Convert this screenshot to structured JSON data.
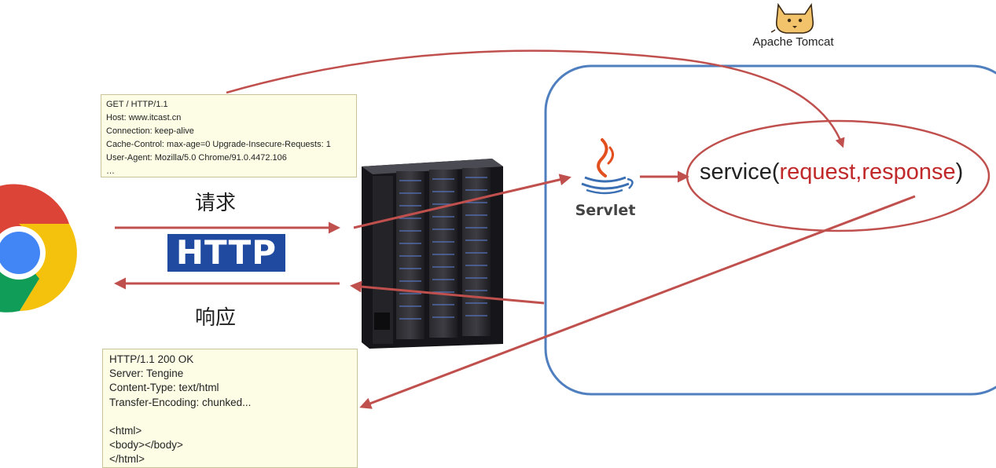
{
  "request_message": {
    "lines": [
      "GET / HTTP/1.1",
      "Host: www.itcast.cn",
      "Connection: keep-alive",
      "Cache-Control: max-age=0 Upgrade-Insecure-Requests: 1",
      "User-Agent: Mozilla/5.0 Chrome/91.0.4472.106",
      "…"
    ]
  },
  "response_message": {
    "status_line": "HTTP/1.1 200 OK",
    "headers": [
      "Server: Tengine",
      "Content-Type: text/html",
      "Transfer-Encoding: chunked..."
    ],
    "body": [
      "<html>",
      "<body></body>",
      "</html>"
    ]
  },
  "labels": {
    "request": "请求",
    "protocol": "HTTP",
    "response": "响应"
  },
  "tomcat": {
    "label": "Apache Tomcat"
  },
  "servlet": {
    "label": "Servlet"
  },
  "service": {
    "method": "service(",
    "param1": "request",
    "comma": ",",
    "param2": "response",
    "close": ")"
  },
  "colors": {
    "arrow": "#c0504d",
    "container_border": "#4f7fbf",
    "http_badge": "#1f4aa0",
    "note_fill": "#fdfde6",
    "param_text": "#c0282a"
  },
  "icons": [
    "chrome-browser-icon",
    "server-rack-icon",
    "tomcat-cat-logo",
    "java-coffee-icon"
  ]
}
